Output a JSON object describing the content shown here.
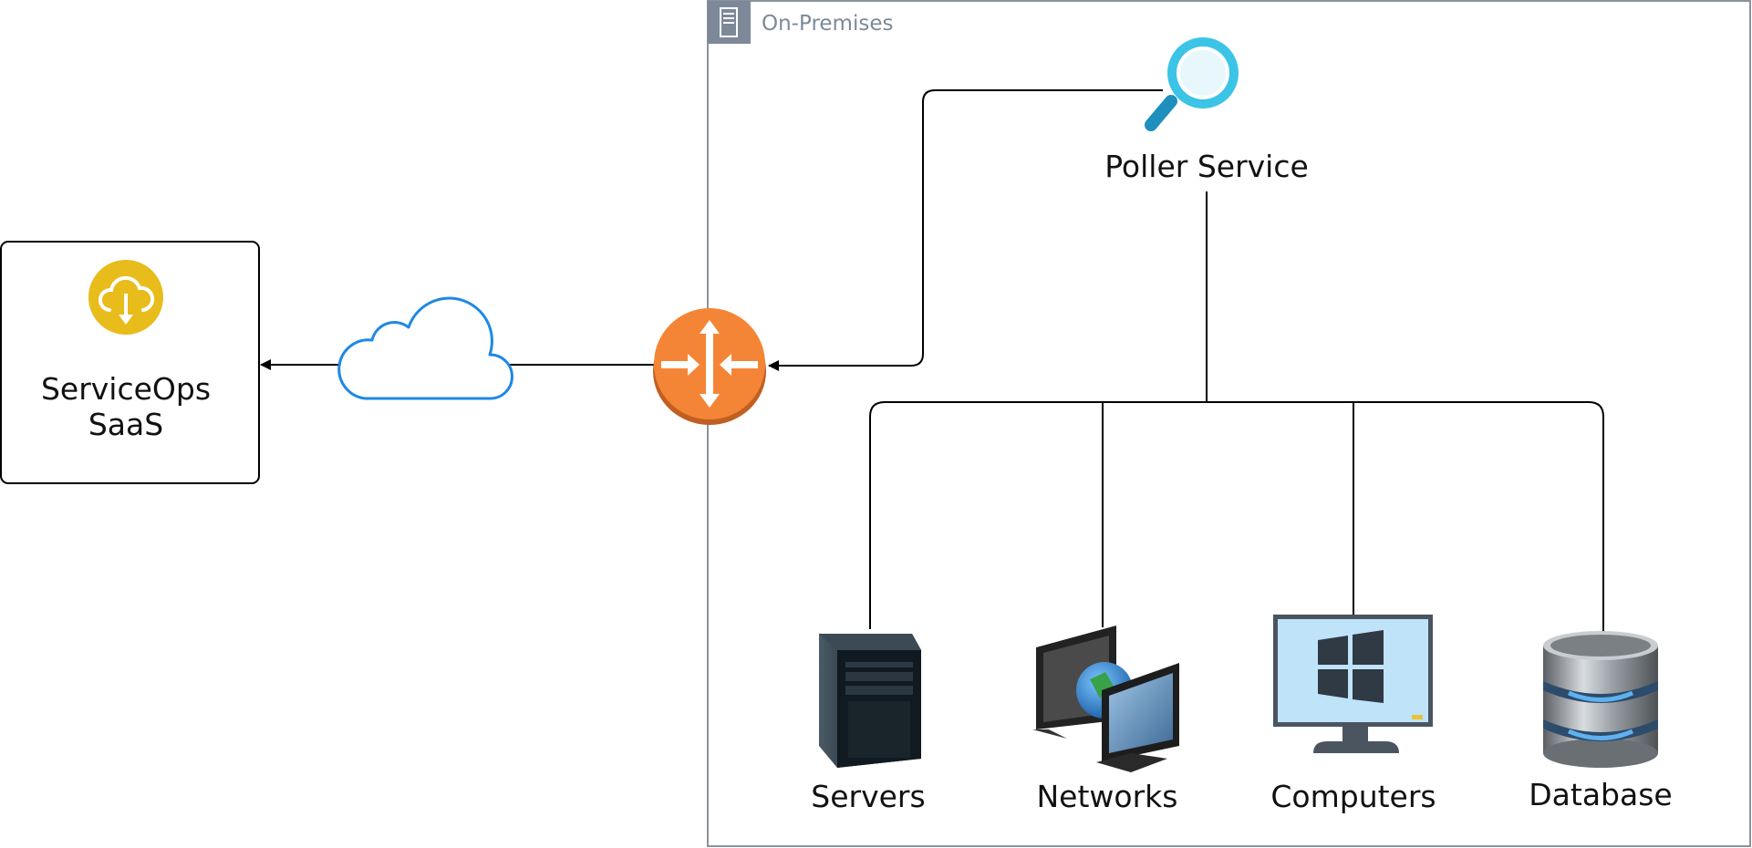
{
  "diagram": {
    "group": {
      "label": "On-Premises",
      "border_color": "#7d8998"
    },
    "saas": {
      "line1": "ServiceOps",
      "line2": "SaaS"
    },
    "poller": {
      "label": "Poller Service"
    },
    "targets": [
      {
        "label": "Servers"
      },
      {
        "label": "Networks"
      },
      {
        "label": "Computers"
      },
      {
        "label": "Database"
      }
    ],
    "colors": {
      "router": "#f58536",
      "router_dark": "#c15f22",
      "cloud_stroke": "#1e88e5",
      "saas_icon": "#e7bb18",
      "magnifier": "#3bc4e6",
      "magnifier_dark": "#1f8fbd",
      "line": "#000000"
    }
  }
}
